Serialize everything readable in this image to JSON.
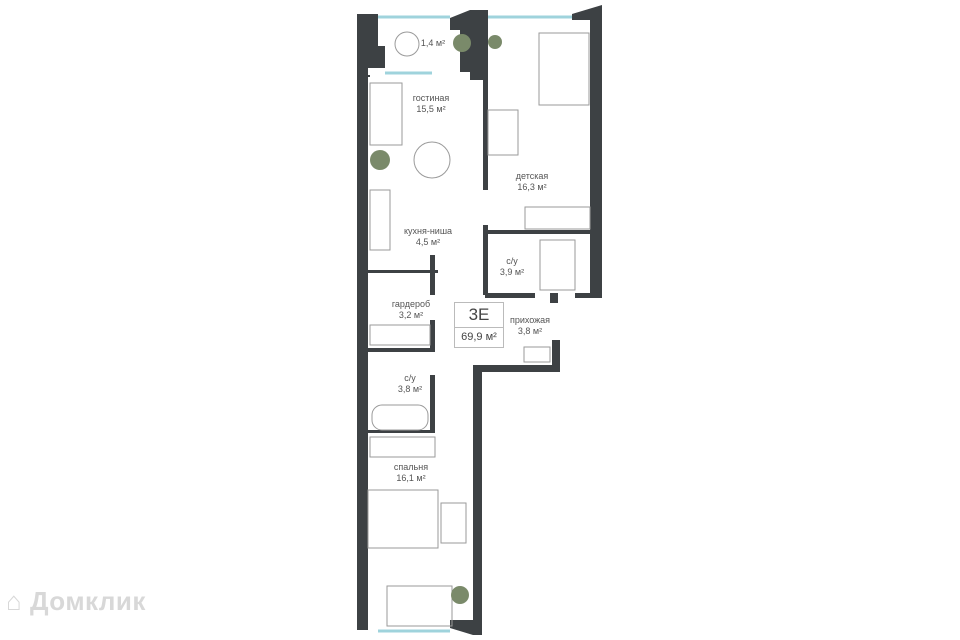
{
  "plan": {
    "code": "3E",
    "total_area": "69,9 м²",
    "rooms": [
      {
        "name": "",
        "area": "1,4 м²"
      },
      {
        "name": "гостиная",
        "area": "15,5 м²"
      },
      {
        "name": "детская",
        "area": "16,3 м²"
      },
      {
        "name": "кухня-ниша",
        "area": "4,5 м²"
      },
      {
        "name": "с/у",
        "area": "3,9 м²"
      },
      {
        "name": "гардероб",
        "area": "3,2 м²"
      },
      {
        "name": "прихожая",
        "area": "3,8 м²"
      },
      {
        "name": "с/у",
        "area": "3,8 м²"
      },
      {
        "name": "спальня",
        "area": "16,1 м²"
      }
    ]
  },
  "watermark": "Домклик",
  "colors": {
    "wall": "#3d4144",
    "window": "#9fd3dc",
    "furniture": "#9a9a9a"
  }
}
